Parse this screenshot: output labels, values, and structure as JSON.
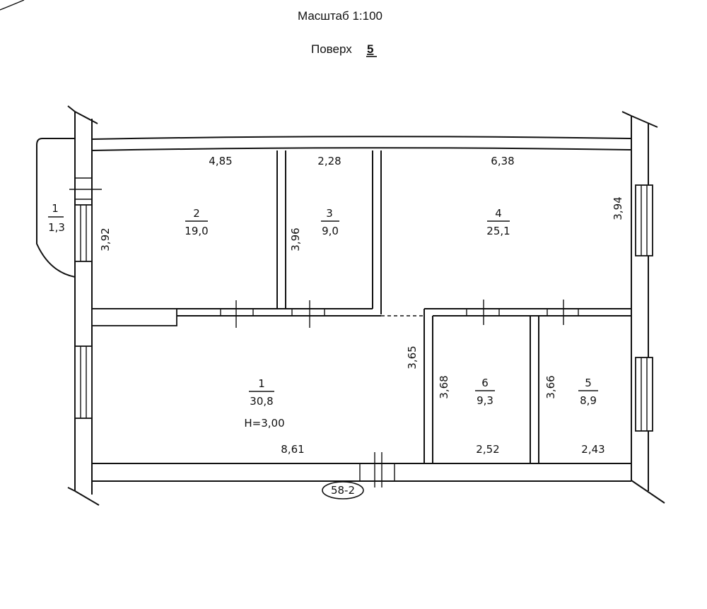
{
  "header": {
    "scale": "Масштаб 1:100",
    "floor_label": "Поверх",
    "floor_number": "5"
  },
  "rooms": {
    "balcony": {
      "number": "1",
      "area": "1,3"
    },
    "r1": {
      "number": "1",
      "area": "30,8",
      "height": "H=3,00"
    },
    "r2": {
      "number": "2",
      "area": "19,0"
    },
    "r3": {
      "number": "3",
      "area": "9,0"
    },
    "r4": {
      "number": "4",
      "area": "25,1"
    },
    "r5": {
      "number": "5",
      "area": "8,9"
    },
    "r6": {
      "number": "6",
      "area": "9,3"
    }
  },
  "dimensions": {
    "top_room2": "4,85",
    "top_room3": "2,28",
    "top_room4": "6,38",
    "room2_depth": "3,92",
    "room3_depth": "3,96",
    "room4_depth": "3,94",
    "room1_depth": "3,65",
    "room6_depth": "3,68",
    "room5_depth": "3,66",
    "bottom_room1": "8,61",
    "bottom_room6": "2,52",
    "bottom_room5": "2,43"
  },
  "stamp": "58-2"
}
